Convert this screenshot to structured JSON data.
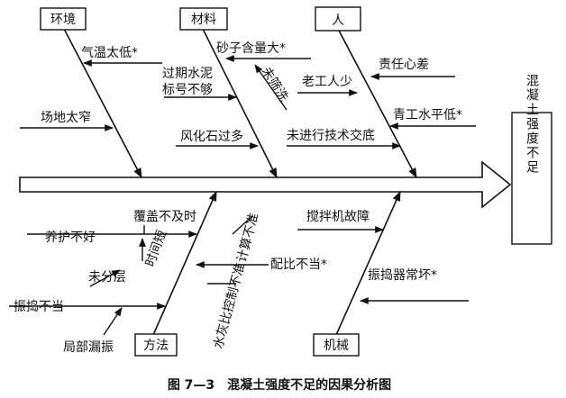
{
  "effect": "混凝土强度不足",
  "caption": "图 7—3　混凝土强度不足的因果分析图",
  "categories": {
    "environment": "环境",
    "material": "材料",
    "people": "人",
    "method": "方法",
    "machine": "机械"
  },
  "causes": {
    "temperature_low": "气温太低*",
    "site_narrow": "场地太窄",
    "sand_mud_high": "砂子含量大*",
    "not_screened": "未筛洗",
    "cement_expired_1": "过期水泥",
    "cement_expired_2": "标号不够",
    "weathered_stone": "风化石过多",
    "weak_responsibility": "责任心差",
    "old_workers_few": "老工人少",
    "young_workers_low": "青工水平低*",
    "no_tech_briefing": "未进行技术交底",
    "poor_curing": "养护不好",
    "late_covering": "覆盖不及时",
    "short_time": "时间短",
    "no_layering": "未分层",
    "vibration_weak": "振捣不当",
    "partial_miss": "局部漏振",
    "calc_inaccurate": "计算不准",
    "mix_ratio_wrong": "配比不当*",
    "wc_ratio_inaccurate": "水灰比控制不准",
    "mixer_fault": "搅拌机故障",
    "vibrator_broken": "振捣器常坏*"
  }
}
